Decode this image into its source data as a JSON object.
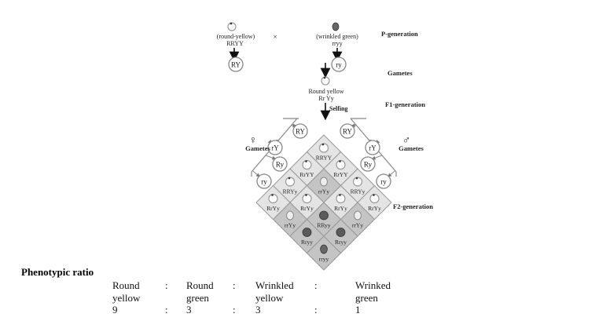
{
  "p_generation": {
    "label": "P-generation",
    "parent1": {
      "phenotype": "(round-yellow)",
      "genotype": "RRYY",
      "gamete": "RY"
    },
    "cross_symbol": "×",
    "parent2": {
      "phenotype": "(wrinkled green)",
      "genotype": "rryy",
      "gamete": "ry"
    }
  },
  "gametes_label": "Gametes",
  "f1": {
    "label": "F1-generation",
    "phenotype": "Round yellow",
    "genotype": "Rr Yy",
    "selfing": "Selfing"
  },
  "female": {
    "symbol": "♀",
    "label": "Gametes",
    "gametes": [
      "RY",
      "rY",
      "Ry",
      "ry"
    ]
  },
  "male": {
    "symbol": "♂",
    "label": "Gametes",
    "gametes": [
      "RY",
      "rY",
      "Ry",
      "ry"
    ]
  },
  "f2": {
    "label": "F2-generation",
    "rows": [
      [
        "RRYY"
      ],
      [
        "RrYY",
        "RrYY"
      ],
      [
        "RRYy",
        "rrYy",
        "RRYy"
      ],
      [
        "RrYy",
        "RrYy",
        "RrYy",
        "RrYy"
      ],
      [
        "rrYy",
        "RRyy",
        "rrYy"
      ],
      [
        "Rryy",
        "Rryy"
      ],
      [
        "rryy"
      ]
    ]
  },
  "colors": {
    "light_cell": "#e4e4e4",
    "dark_cell": "#c4c4c4",
    "green_seed": "#555555"
  },
  "phenotypic_ratio": {
    "title": "Phenotypic ratio",
    "classes": [
      {
        "line1": "Round",
        "line2": "yellow",
        "value": "9"
      },
      {
        "line1": "Round",
        "line2": "green",
        "value": "3"
      },
      {
        "line1": "Wrinkled",
        "line2": "yellow",
        "value": "3"
      },
      {
        "line1": "Wrinked",
        "line2": "green",
        "value": "1"
      }
    ],
    "separator": ":"
  }
}
